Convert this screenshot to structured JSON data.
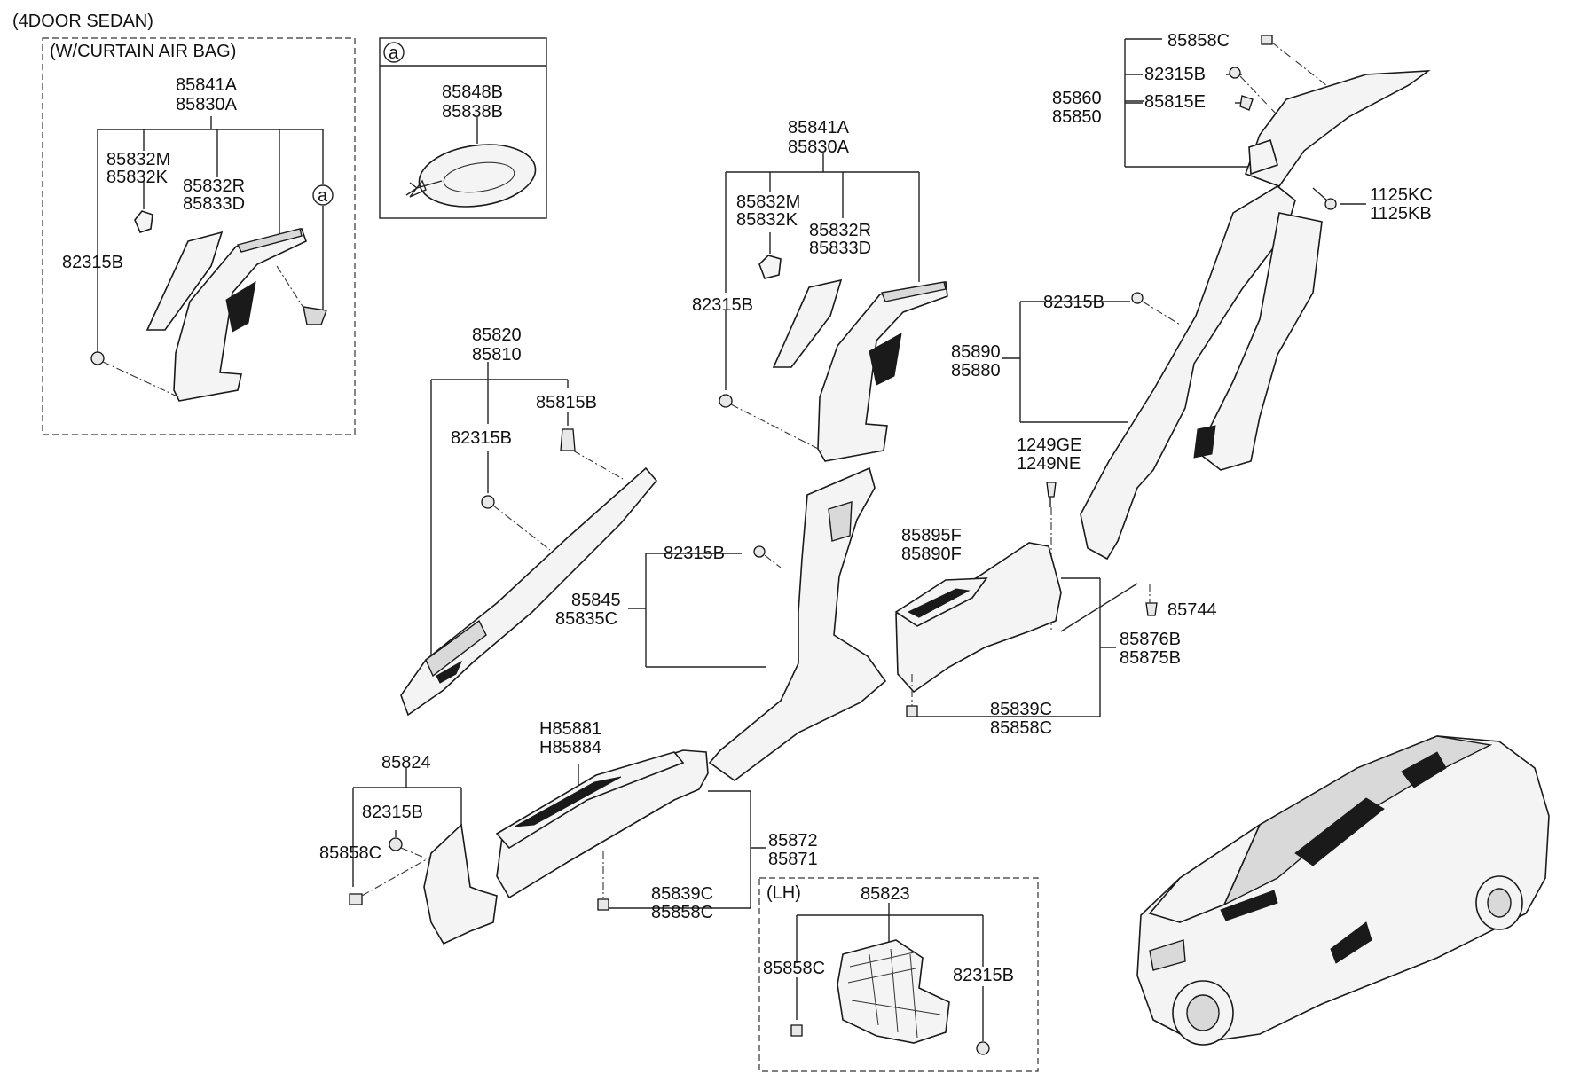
{
  "titles": {
    "model": "(4DOOR SEDAN)",
    "airbag_box": "(W/CURTAIN AIR BAG)",
    "ref_a": "a",
    "lh_box": "(LH)"
  },
  "labels": {
    "L_85841A_1": "85841A",
    "L_85830A_1": "85830A",
    "L_85832M_1": "85832M",
    "L_85832K_1": "85832K",
    "L_85832R_1": "85832R",
    "L_85833D_1": "85833D",
    "L_82315B_1": "82315B",
    "L_85848B": "85848B",
    "L_85838B": "85838B",
    "L_85841A_2": "85841A",
    "L_85830A_2": "85830A",
    "L_85832M_2": "85832M",
    "L_85832K_2": "85832K",
    "L_85832R_2": "85832R",
    "L_85833D_2": "85833D",
    "L_82315B_2": "82315B",
    "L_85858C_top": "85858C",
    "L_82315B_top": "82315B",
    "L_85860": "85860",
    "L_85850": "85850",
    "L_85815E": "85815E",
    "L_1125KC": "1125KC",
    "L_1125KB": "1125KB",
    "L_82315B_q": "82315B",
    "L_85890": "85890",
    "L_85880": "85880",
    "L_85820": "85820",
    "L_85810": "85810",
    "L_85815B": "85815B",
    "L_82315B_a": "82315B",
    "L_82315B_b": "82315B",
    "L_85845": "85845",
    "L_85835C": "85835C",
    "L_1249GE": "1249GE",
    "L_1249NE": "1249NE",
    "L_85895F": "85895F",
    "L_85890F": "85890F",
    "L_85744": "85744",
    "L_85876B": "85876B",
    "L_85875B": "85875B",
    "L_85839C_r": "85839C",
    "L_85858C_r": "85858C",
    "L_H85881": "H85881",
    "L_H85884": "H85884",
    "L_85872": "85872",
    "L_85871": "85871",
    "L_85839C_b": "85839C",
    "L_85858C_b": "85858C",
    "L_85824": "85824",
    "L_82315B_c": "82315B",
    "L_85858C_c": "85858C",
    "L_85823": "85823",
    "L_85858C_lh": "85858C",
    "L_82315B_lh": "82315B"
  }
}
